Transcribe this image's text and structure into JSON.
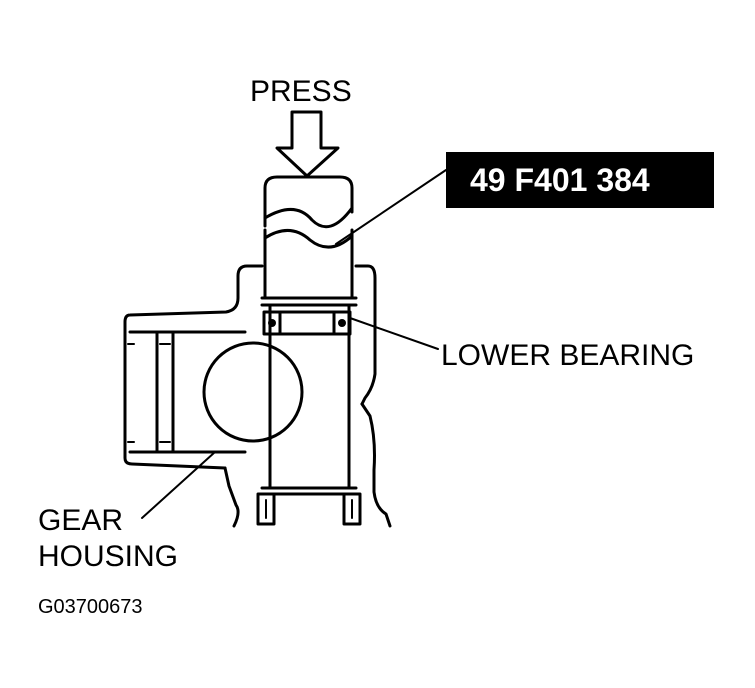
{
  "labels": {
    "press": "PRESS",
    "tool_number": "49 F401 384",
    "lower_bearing": "LOWER BEARING",
    "gear_housing_line1": "GEAR",
    "gear_housing_line2": "HOUSING",
    "figure_code": "G03700673"
  },
  "colors": {
    "ink": "#000000",
    "background": "#ffffff",
    "tool_box_fill": "#000000",
    "tool_box_text": "#ffffff"
  }
}
